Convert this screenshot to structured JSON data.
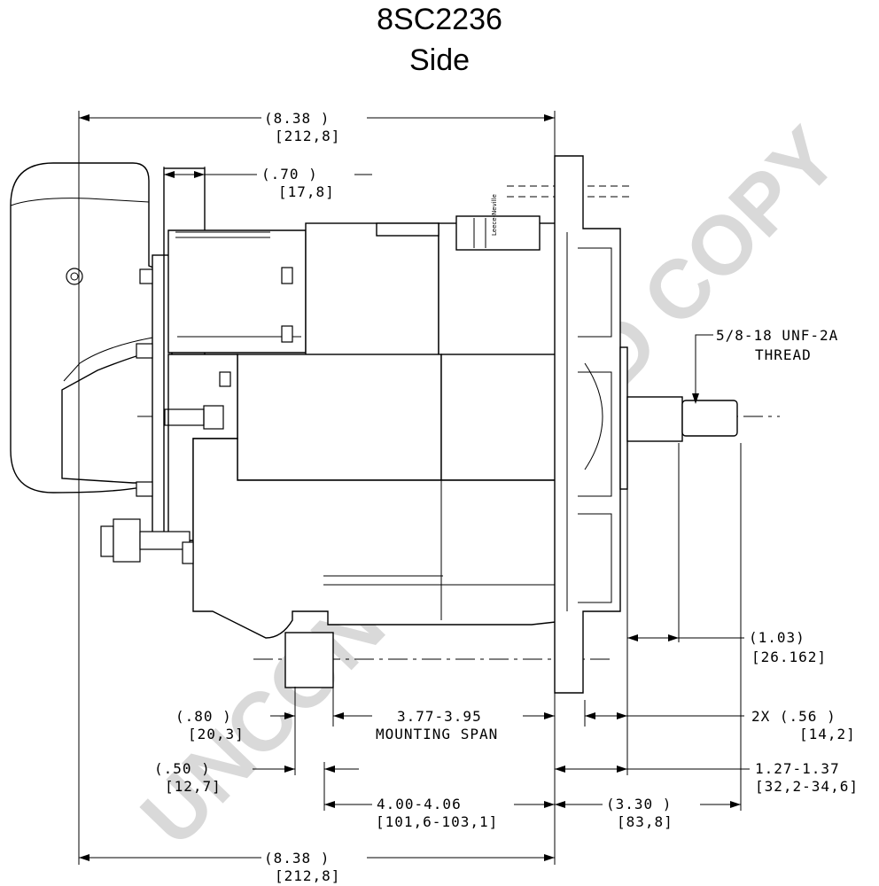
{
  "title": {
    "model": "8SC2236",
    "view": "Side"
  },
  "watermark": "UNCONTROLLED COPY",
  "label": {
    "brand": "Leece-Neville"
  },
  "dimensions": {
    "overall_top": {
      "inch": "(8.38    )",
      "mm": "[212,8]"
    },
    "offset_top": {
      "inch": "(.70    )",
      "mm": "[17,8]"
    },
    "thread": {
      "line1": "5/8-18 UNF-2A",
      "line2": "THREAD"
    },
    "shaft": {
      "inch": "(1.03)",
      "mm": "[26.162]"
    },
    "foot_width": {
      "inch": "(.80    )",
      "mm": "[20,3]"
    },
    "mounting_span": {
      "value": "3.77-3.95",
      "label": "MOUNTING SPAN"
    },
    "hole": {
      "inch": "2X (.56    )",
      "mm": "[14,2]"
    },
    "foot_offset": {
      "inch": "(.50    )",
      "mm": "[12,7]"
    },
    "flange_shaft": {
      "inch": "1.27-1.37",
      "mm": "[32,2-34,6]"
    },
    "span_outer": {
      "value": "4.00-4.06",
      "mm": "[101,6-103,1]"
    },
    "front": {
      "inch": "(3.30    )",
      "mm": "[83,8]"
    },
    "overall_bottom": {
      "inch": "(8.38    )",
      "mm": "[212,8]"
    }
  },
  "colors": {
    "line": "#000000",
    "watermark": "#d9d9d9",
    "background": "#ffffff"
  }
}
